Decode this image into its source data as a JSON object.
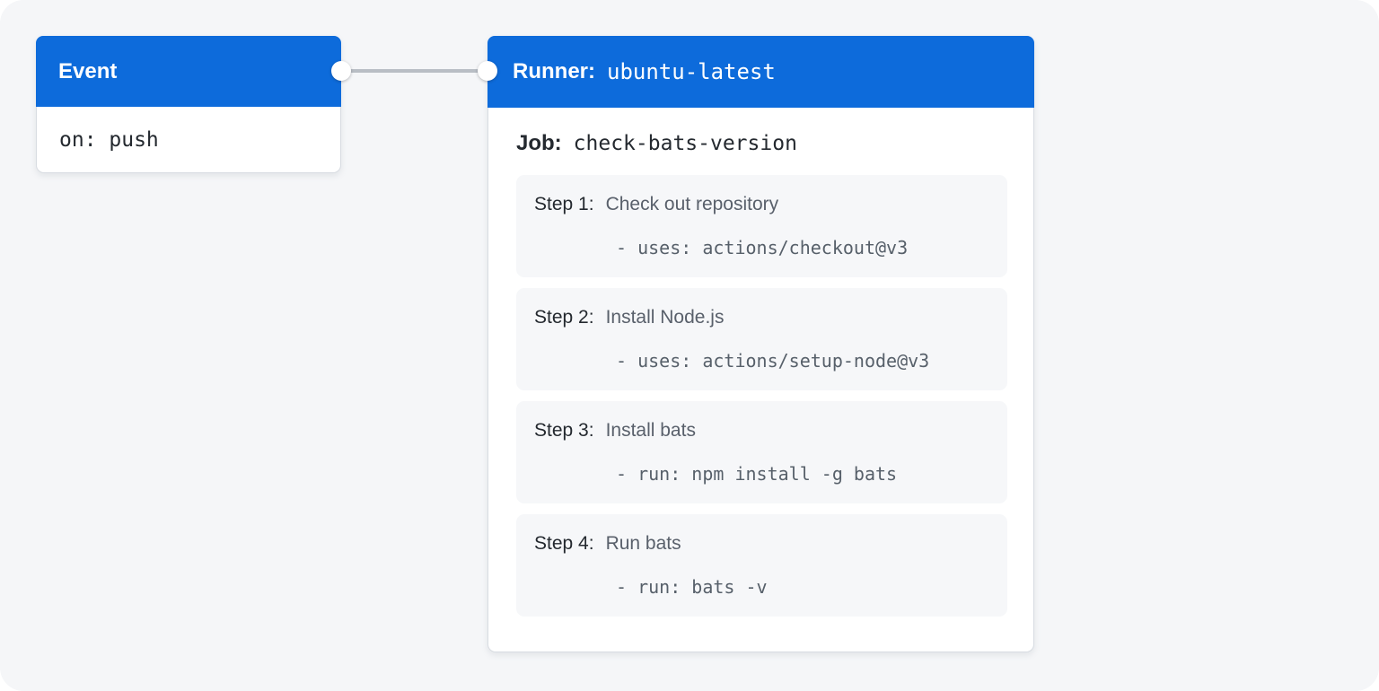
{
  "colors": {
    "header_blue": "#0d6bdb",
    "canvas_bg": "#f5f6f8",
    "step_bg": "#f6f7f9",
    "card_border": "#d8dce2",
    "text_dark": "#24292f",
    "text_gray": "#59606b",
    "connector_gray": "#b9bec5"
  },
  "event_card": {
    "title": "Event",
    "code": "on: push"
  },
  "connector": {
    "endpoint_icon": "circle-endpoint"
  },
  "runner_card": {
    "title_label": "Runner:",
    "title_value": "ubuntu-latest",
    "job_label": "Job:",
    "job_value": "check-bats-version",
    "steps": [
      {
        "label": "Step 1:",
        "title": "Check out repository",
        "code": "- uses: actions/checkout@v3"
      },
      {
        "label": "Step 2:",
        "title": "Install Node.js",
        "code": "- uses: actions/setup-node@v3"
      },
      {
        "label": "Step 3:",
        "title": "Install bats",
        "code": "- run: npm install -g bats"
      },
      {
        "label": "Step 4:",
        "title": "Run bats",
        "code": "- run: bats -v"
      }
    ]
  }
}
